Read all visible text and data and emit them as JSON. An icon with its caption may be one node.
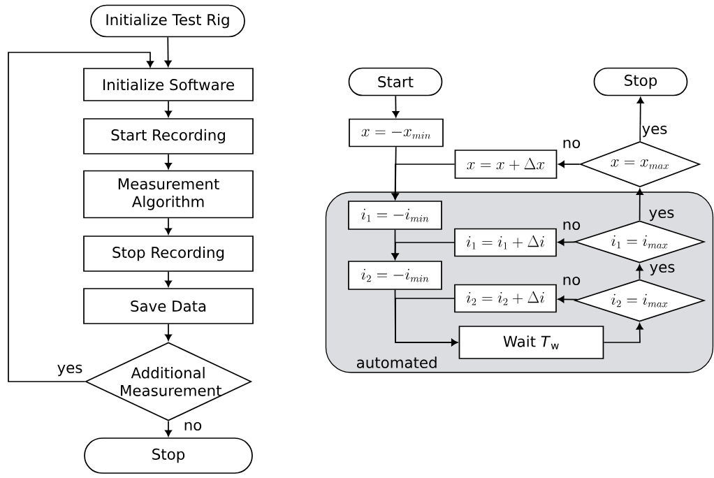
{
  "diagram": {
    "nodes": [
      {
        "text": [
          "Initialize Test Rig"
        ]
      },
      {
        "text": [
          "Initialize Software"
        ]
      },
      {
        "text": [
          "Start Recording"
        ]
      },
      {
        "text": [
          "Measurement Algorithm"
        ]
      },
      {
        "text": [
          "Stop Recording"
        ]
      },
      {
        "text": [
          "Save Data"
        ]
      },
      {
        "text": [
          "Additional Measurement"
        ]
      },
      {
        "text": [
          "Stop"
        ]
      },
      {
        "text": [
          "Start"
        ]
      },
      {
        "text": [
          "Stop"
        ]
      },
      {
        "text": [
          "x = -x_{min}"
        ]
      },
      {
        "text": [
          "x = x_{max}"
        ]
      },
      {
        "text": [
          "x = x + \\Delta x"
        ]
      },
      {
        "text": [
          "automated"
        ]
      },
      {
        "text": [
          "i_1 = -i_{min}"
        ],
        "in": 13
      },
      {
        "text": [
          "i_1 = i_1 + \\Delta i"
        ],
        "in": 13
      },
      {
        "text": [
          "i_1 = i_{max}"
        ],
        "in": 13
      },
      {
        "text": [
          "i_2 = -i_{min}"
        ],
        "in": 13
      },
      {
        "text": [
          "i_2 = i_2 + \\Delta i"
        ],
        "in": 13
      },
      {
        "text": [
          "i_2 = i_{max}"
        ],
        "in": 13
      },
      {
        "text": [
          "Wait *T*$_{w}$"
        ],
        "in": 13
      }
    ],
    "edges": [
      {
        "from": 0,
        "to": 1,
        "arrow": "to"
      },
      {
        "from": 1,
        "to": 2,
        "arrow": "to"
      },
      {
        "from": 2,
        "to": 3,
        "arrow": "to"
      },
      {
        "from": 3,
        "to": 4,
        "arrow": "to"
      },
      {
        "from": 4,
        "to": 5,
        "arrow": "to"
      },
      {
        "from": 5,
        "to": 6,
        "arrow": "to"
      },
      {
        "from": 6,
        "to": 1,
        "arrow": "to",
        "label": "yes"
      },
      {
        "from": 6,
        "to": 7,
        "arrow": "to",
        "label": "no"
      },
      {
        "from": 8,
        "to": 10,
        "arrow": "to"
      },
      {
        "from": 10,
        "to": 14,
        "arrow": "to"
      },
      {
        "from": 11,
        "to": 9,
        "arrow": "to",
        "label": "yes"
      },
      {
        "from": 11,
        "to": 12,
        "arrow": "to",
        "label": "no"
      },
      {
        "from": 12,
        "to": 14,
        "arrow": "to"
      },
      {
        "from": 16,
        "to": 11,
        "arrow": "to",
        "label": "yes"
      },
      {
        "from": 16,
        "to": 15,
        "arrow": "to",
        "label": "no"
      },
      {
        "from": 15,
        "to": 17,
        "arrow": "to"
      },
      {
        "from": 14,
        "to": 17,
        "arrow": "to"
      },
      {
        "from": 19,
        "to": 16,
        "arrow": "to",
        "label": "yes"
      },
      {
        "from": 19,
        "to": 18,
        "arrow": "to",
        "label": "no"
      },
      {
        "from": 18,
        "to": 20,
        "arrow": "to"
      },
      {
        "from": 17,
        "to": 20,
        "arrow": "to"
      },
      {
        "from": 20,
        "to": 19,
        "arrow": "to"
      }
    ]
  }
}
